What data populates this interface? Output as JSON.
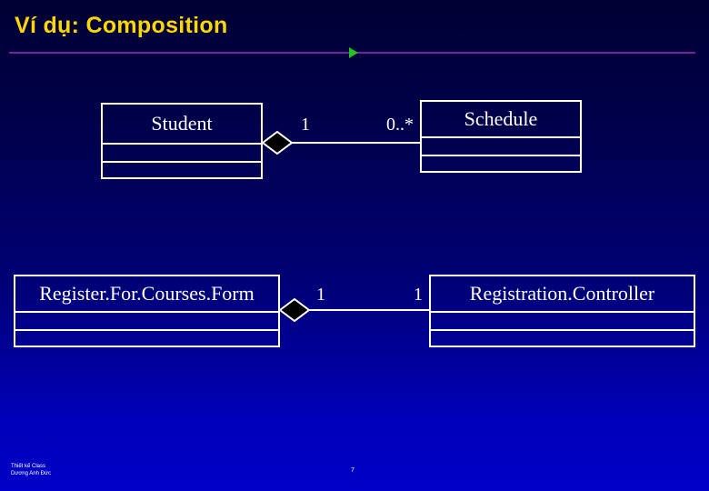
{
  "slide": {
    "title": "Ví dụ: Composition"
  },
  "classes": {
    "student": {
      "name": "Student"
    },
    "schedule": {
      "name": "Schedule"
    },
    "register_form": {
      "name": "Register.For.Courses.Form"
    },
    "registration_controller": {
      "name": "Registration.Controller"
    }
  },
  "associations": {
    "student_schedule": {
      "whole_multiplicity": "1",
      "part_multiplicity": "0..*"
    },
    "form_controller": {
      "whole_multiplicity": "1",
      "part_multiplicity": "1"
    }
  },
  "footer": {
    "line1": "Thiết kế Class",
    "line2": "Dương Anh Đức",
    "page_number": "7"
  },
  "colors": {
    "title": "#ffd700",
    "rule": "#7a1fa0",
    "marker": "#22c422",
    "diamond_fill": "#000000",
    "lines": "#ffffff"
  }
}
